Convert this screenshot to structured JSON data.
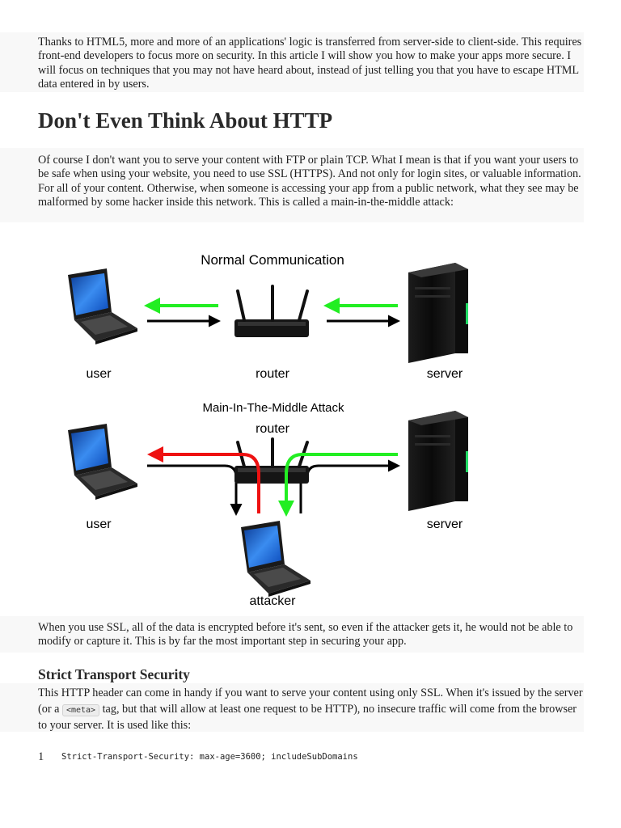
{
  "intro": {
    "paragraph": "Thanks to HTML5, more and more of an applications' logic is transferred from server-side to client-side. This requires front-end developers to focus more on security. In this article I will show you how to make your apps more secure. I will focus on techniques that you may not have heard about, instead of just telling you that you have to escape HTML data entered in by users."
  },
  "section1": {
    "heading": "Don't Even Think About HTTP",
    "paragraph": "Of course I don't want you to serve your content with FTP or plain TCP. What I mean is that if you want your users to be safe when using your website, you need to use SSL (HTTPS). And not only for login sites, or valuable information. For all of your content. Otherwise, when someone is accessing your app from a public network, what they see may be malformed by some hacker inside this network. This is called a main-in-the-middle attack:",
    "after_diagram": "When you use SSL, all of the data is encrypted before it's sent, so even if the attacker gets it, he would not be able to modify or capture it. This is by far the most important step in securing your app."
  },
  "diagram": {
    "normal_title": "Normal Communication",
    "mitm_title": "Main-In-The-Middle Attack",
    "user_label": "user",
    "router_label": "router",
    "server_label": "server",
    "attacker_label": "attacker",
    "colors": {
      "green": "#22ee22",
      "red": "#ee1111",
      "black": "#000000",
      "screen": "#1d6fe0"
    }
  },
  "section2": {
    "heading": "Strict Transport Security",
    "p_before": "This HTTP header can come in handy if you want to serve your content using only SSL. When it's issued by the server (or a ",
    "code_chip": "<meta>",
    "p_after": " tag, but that will allow at least one request to be HTTP), no insecure traffic will come from the browser to your server. It is used like this:",
    "code_line_number": "1",
    "code": "Strict-Transport-Security: max-age=3600; includeSubDomains"
  }
}
